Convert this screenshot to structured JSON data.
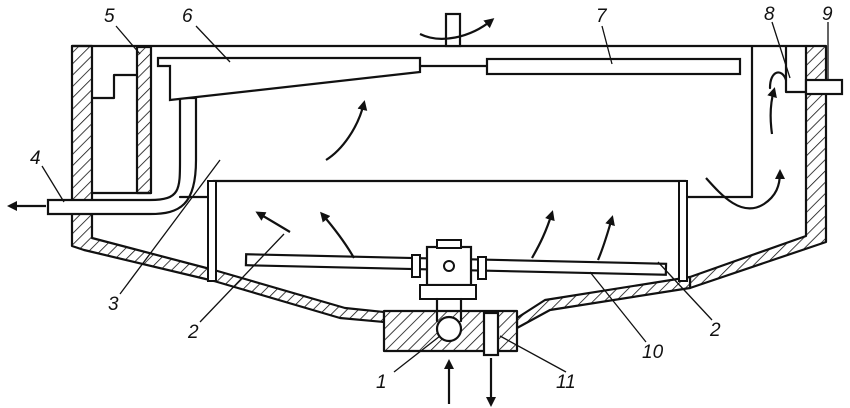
{
  "labels": [
    {
      "key": "callout_1",
      "text": "1"
    },
    {
      "key": "callout_2a",
      "text": "2"
    },
    {
      "key": "callout_2b",
      "text": "2"
    },
    {
      "key": "callout_3",
      "text": "3"
    },
    {
      "key": "callout_4",
      "text": "4"
    },
    {
      "key": "callout_5",
      "text": "5"
    },
    {
      "key": "callout_6",
      "text": "6"
    },
    {
      "key": "callout_7",
      "text": "7"
    },
    {
      "key": "callout_8",
      "text": "8"
    },
    {
      "key": "callout_9",
      "text": "9"
    },
    {
      "key": "callout_10",
      "text": "10"
    },
    {
      "key": "callout_11",
      "text": "11"
    }
  ]
}
